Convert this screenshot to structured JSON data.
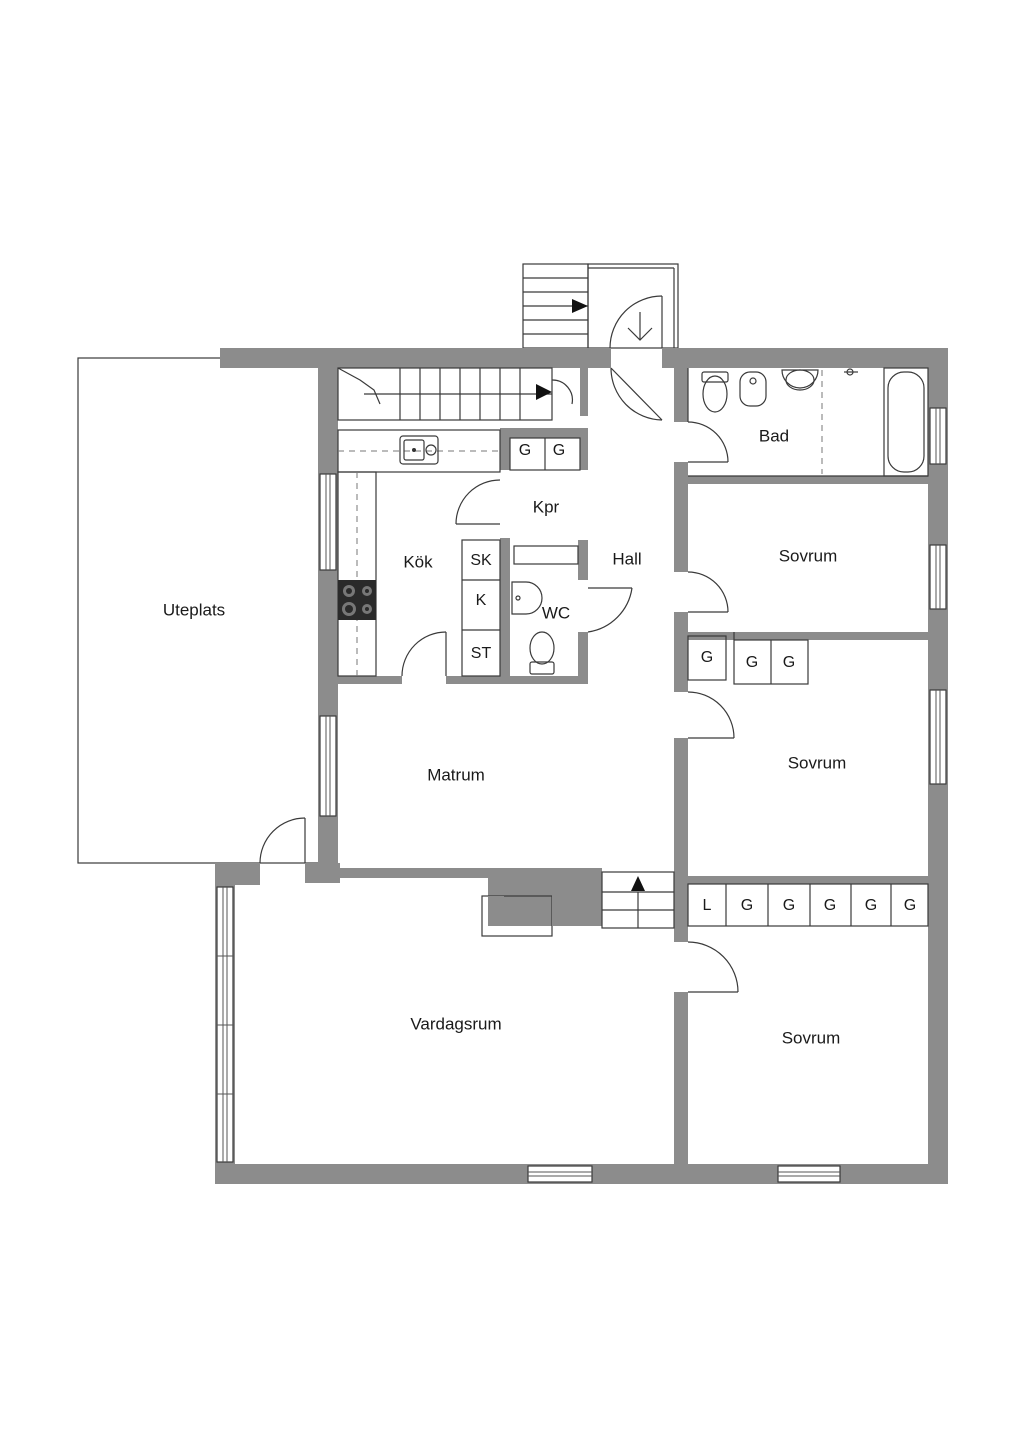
{
  "rooms": {
    "uteplats": "Uteplats",
    "kok": "Kök",
    "kpr": "Kpr",
    "hall": "Hall",
    "wc": "WC",
    "bad": "Bad",
    "sovrum_1": "Sovrum",
    "sovrum_2": "Sovrum",
    "sovrum_3": "Sovrum",
    "matrum": "Matrum",
    "vardagsrum": "Vardagsrum"
  },
  "kitchen_cabinets": [
    "G",
    "G"
  ],
  "closet_column": [
    "SK",
    "K",
    "ST"
  ],
  "bedroom2_closets": [
    "G",
    "G",
    "G"
  ],
  "corridor_closets": [
    "L",
    "G",
    "G",
    "G",
    "G",
    "G"
  ],
  "colors": {
    "wall": "#8c8c8c",
    "line": "#3a3a3a",
    "background": "#ffffff"
  }
}
